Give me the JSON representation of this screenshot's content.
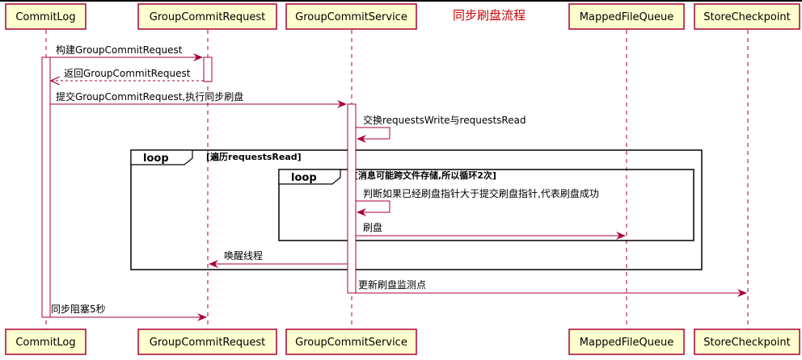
{
  "title": "同步刷盘流程",
  "participants": [
    {
      "id": "commitlog",
      "label": "CommitLog"
    },
    {
      "id": "gcr",
      "label": "GroupCommitRequest"
    },
    {
      "id": "gcs",
      "label": "GroupCommitService"
    },
    {
      "id": "mfq",
      "label": "MappedFileQueue"
    },
    {
      "id": "scp",
      "label": "StoreCheckpoint"
    }
  ],
  "messages": [
    {
      "id": "m1",
      "text": "构建GroupCommitRequest"
    },
    {
      "id": "m2",
      "text": "返回GroupCommitRequest"
    },
    {
      "id": "m3",
      "text": "提交GroupCommitRequest,执行同步刷盘"
    },
    {
      "id": "m4",
      "text": "交换requestsWrite与requestsRead"
    },
    {
      "id": "m5",
      "text": "判断如果已经刷盘指针大于提交刷盘指针,代表刷盘成功"
    },
    {
      "id": "m6",
      "text": "刷盘"
    },
    {
      "id": "m7",
      "text": "唤醒线程"
    },
    {
      "id": "m8",
      "text": "更新刷盘监测点"
    },
    {
      "id": "m9",
      "text": "同步阻塞5秒"
    }
  ],
  "loops": [
    {
      "id": "outer",
      "keyword": "loop",
      "condition": "[遍历requestsRead]"
    },
    {
      "id": "inner",
      "keyword": "loop",
      "condition": "[消息可能跨文件存储,所以循环2次]"
    }
  ],
  "colors": {
    "participant_fill": "#FEFECE",
    "participant_border": "#A80036",
    "arrow": "#A80036",
    "title": "#CC0000",
    "frame": "#000000"
  }
}
